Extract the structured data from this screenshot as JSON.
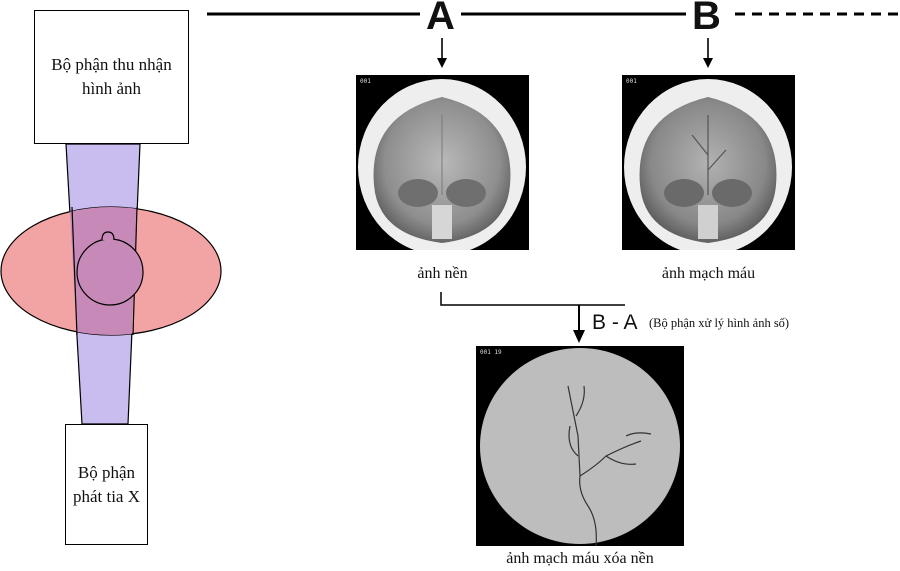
{
  "receiver_box": {
    "label": "Bộ phận thu nhận hình ảnh"
  },
  "emitter_box": {
    "label": "Bộ phận phát tia X"
  },
  "sequence": {
    "label_a": "A",
    "label_b": "B"
  },
  "images": {
    "mask": {
      "caption": "ảnh nền",
      "tag": "001"
    },
    "contrast": {
      "caption": "ảnh mạch máu",
      "tag": "001"
    },
    "subtracted": {
      "caption": "ảnh mạch máu xóa nền",
      "tag": "001 19"
    }
  },
  "operation": {
    "formula": "B - A",
    "note": "(Bộ phận xử lý hình ảnh số)"
  },
  "colors": {
    "beam": "#c9bdf0",
    "patient": "#f2a3a3",
    "overlap": "#c78ab8",
    "line": "#000000"
  }
}
